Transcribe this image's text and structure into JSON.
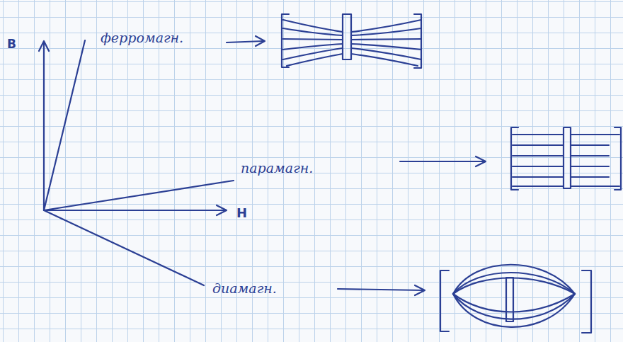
{
  "diagram": {
    "labels": [
      "B",
      "ферромагн.",
      "H",
      "парамагн.",
      "диамагн."
    ]
  }
}
